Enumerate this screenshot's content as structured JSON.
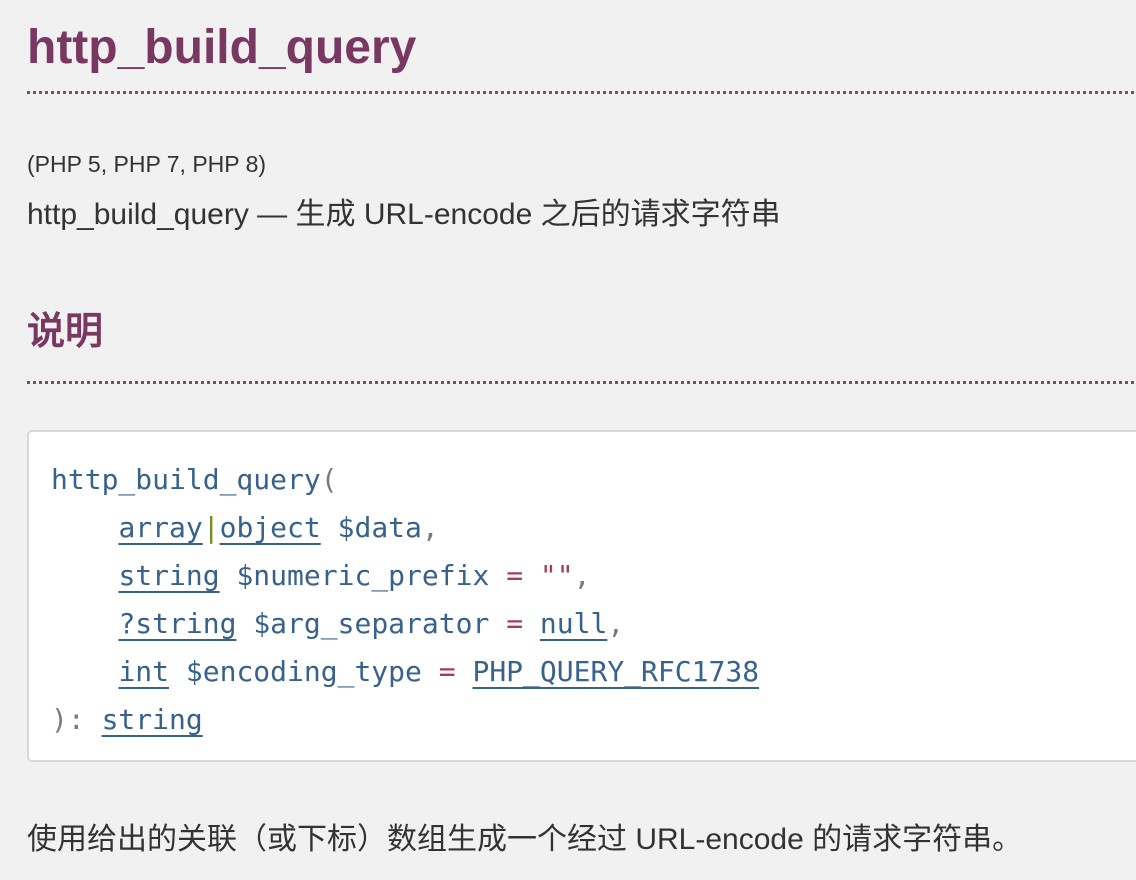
{
  "header": {
    "title": "http_build_query",
    "versions": "(PHP 5, PHP 7, PHP 8)",
    "purpose": "http_build_query — 生成 URL-encode 之后的请求字符串"
  },
  "section": {
    "heading": "说明"
  },
  "signature": {
    "lines": [
      [
        "http_build_query",
        "("
      ],
      [
        "    ",
        "array",
        "|",
        "object",
        " ",
        "$data",
        ","
      ],
      [
        "    ",
        "string",
        " ",
        "$numeric_prefix",
        " ",
        "=",
        " ",
        "\"\"",
        ","
      ],
      [
        "    ",
        "?string",
        " ",
        "$arg_separator",
        " ",
        "=",
        " ",
        "null",
        ","
      ],
      [
        "    ",
        "int",
        " ",
        "$encoding_type",
        " ",
        "=",
        " ",
        "PHP_QUERY_RFC1738"
      ],
      [
        "): ",
        "string"
      ]
    ]
  },
  "description": "使用给出的关联（或下标）数组生成一个经过 URL-encode 的请求字符串。",
  "colors": {
    "page_background": "#f2f1f1",
    "heading_purple": "#793862",
    "body_text": "#333333",
    "code_link_blue": "#38618c",
    "code_punctuation_gray": "#7b7b7b",
    "type_separator_green": "#758e1d",
    "initializer_maroon": "#a93963",
    "code_box_background": "#ffffff",
    "code_box_border": "#d8d8d8"
  }
}
